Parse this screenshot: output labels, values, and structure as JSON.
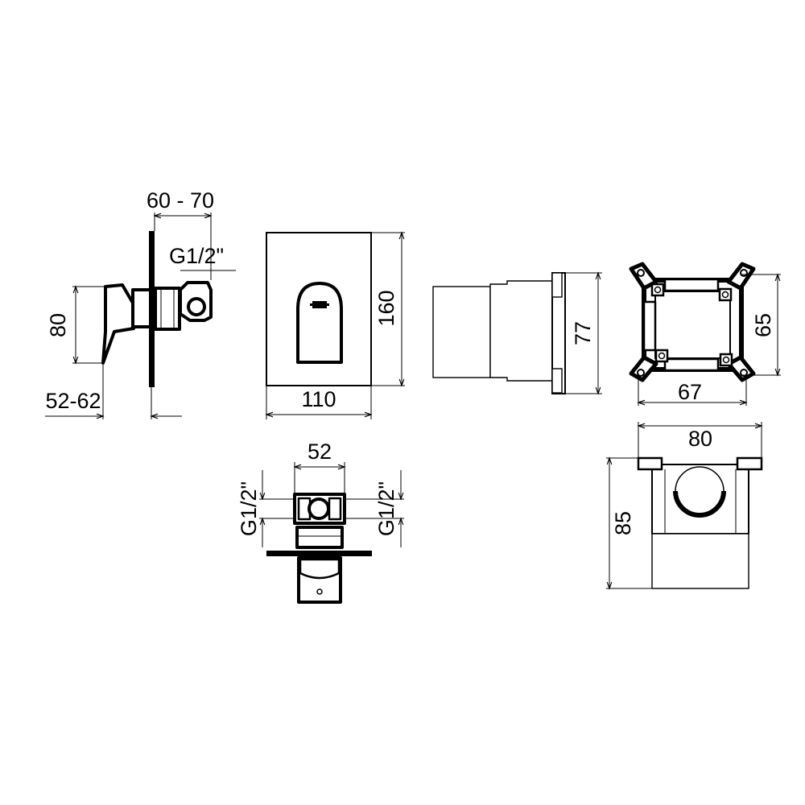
{
  "colors": {
    "line": "#000000",
    "background": "#ffffff"
  },
  "dimensions": {
    "side_depth": "60 - 70",
    "side_thread": "G1/2\"",
    "side_height": "80",
    "side_wall": "52-62",
    "front_height": "160",
    "front_width": "110",
    "box_height": "77",
    "frame_height": "65",
    "frame_width": "67",
    "top_width": "52",
    "top_thread_left": "G1/2\"",
    "top_thread_right": "G1/2\"",
    "body_width": "80",
    "body_height": "85"
  }
}
